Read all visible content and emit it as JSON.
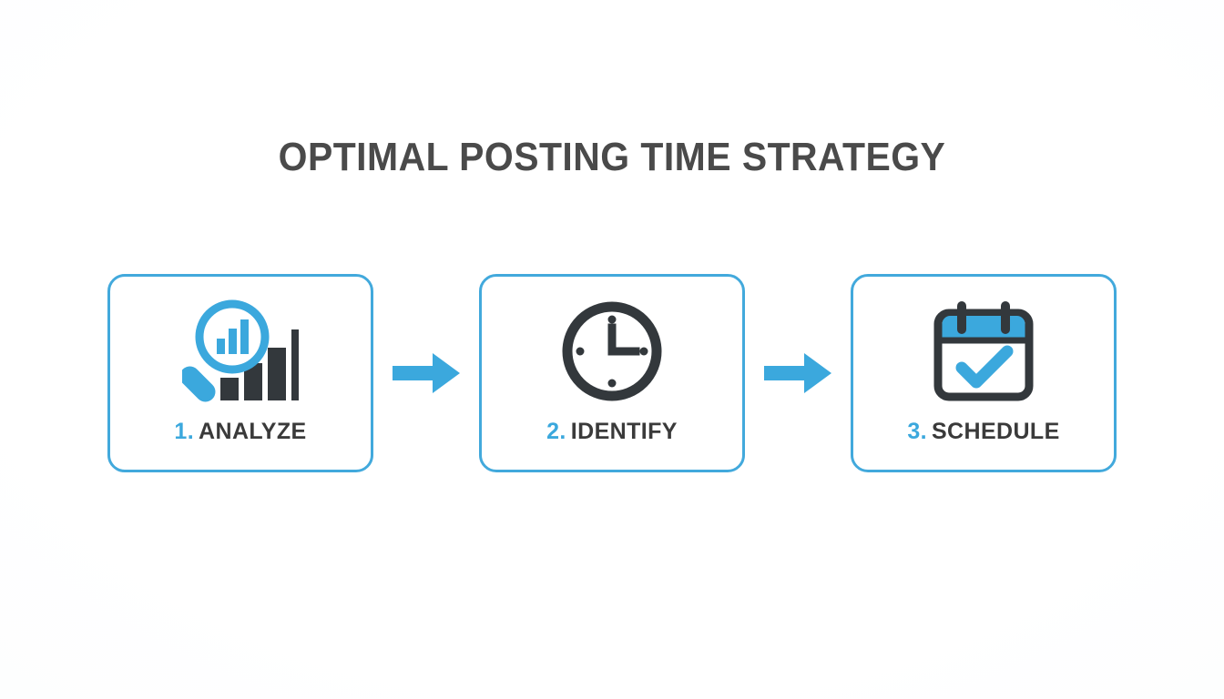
{
  "page": {
    "title": "OPTIMAL POSTING TIME STRATEGY",
    "background_color": "#ffffff",
    "accent_color": "#3ba8dd",
    "dark_color": "#3a3a3a",
    "title_color": "#4a4a4a"
  },
  "steps": [
    {
      "number": "1.",
      "label": "ANALYZE",
      "icon": "magnifier-bar-chart-icon",
      "icon_colors": {
        "primary": "#3ba8dd",
        "secondary": "#33383c"
      }
    },
    {
      "number": "2.",
      "label": "IDENTIFY",
      "icon": "clock-icon",
      "icon_colors": {
        "primary": "#33383c",
        "secondary": "#33383c"
      }
    },
    {
      "number": "3.",
      "label": "SCHEDULE",
      "icon": "calendar-check-icon",
      "icon_colors": {
        "primary": "#33383c",
        "secondary": "#3ba8dd"
      }
    }
  ],
  "connectors": [
    {
      "name": "arrow-right-1",
      "direction": "right",
      "color": "#3ba8dd"
    },
    {
      "name": "arrow-right-2",
      "direction": "right",
      "color": "#3ba8dd"
    }
  ]
}
